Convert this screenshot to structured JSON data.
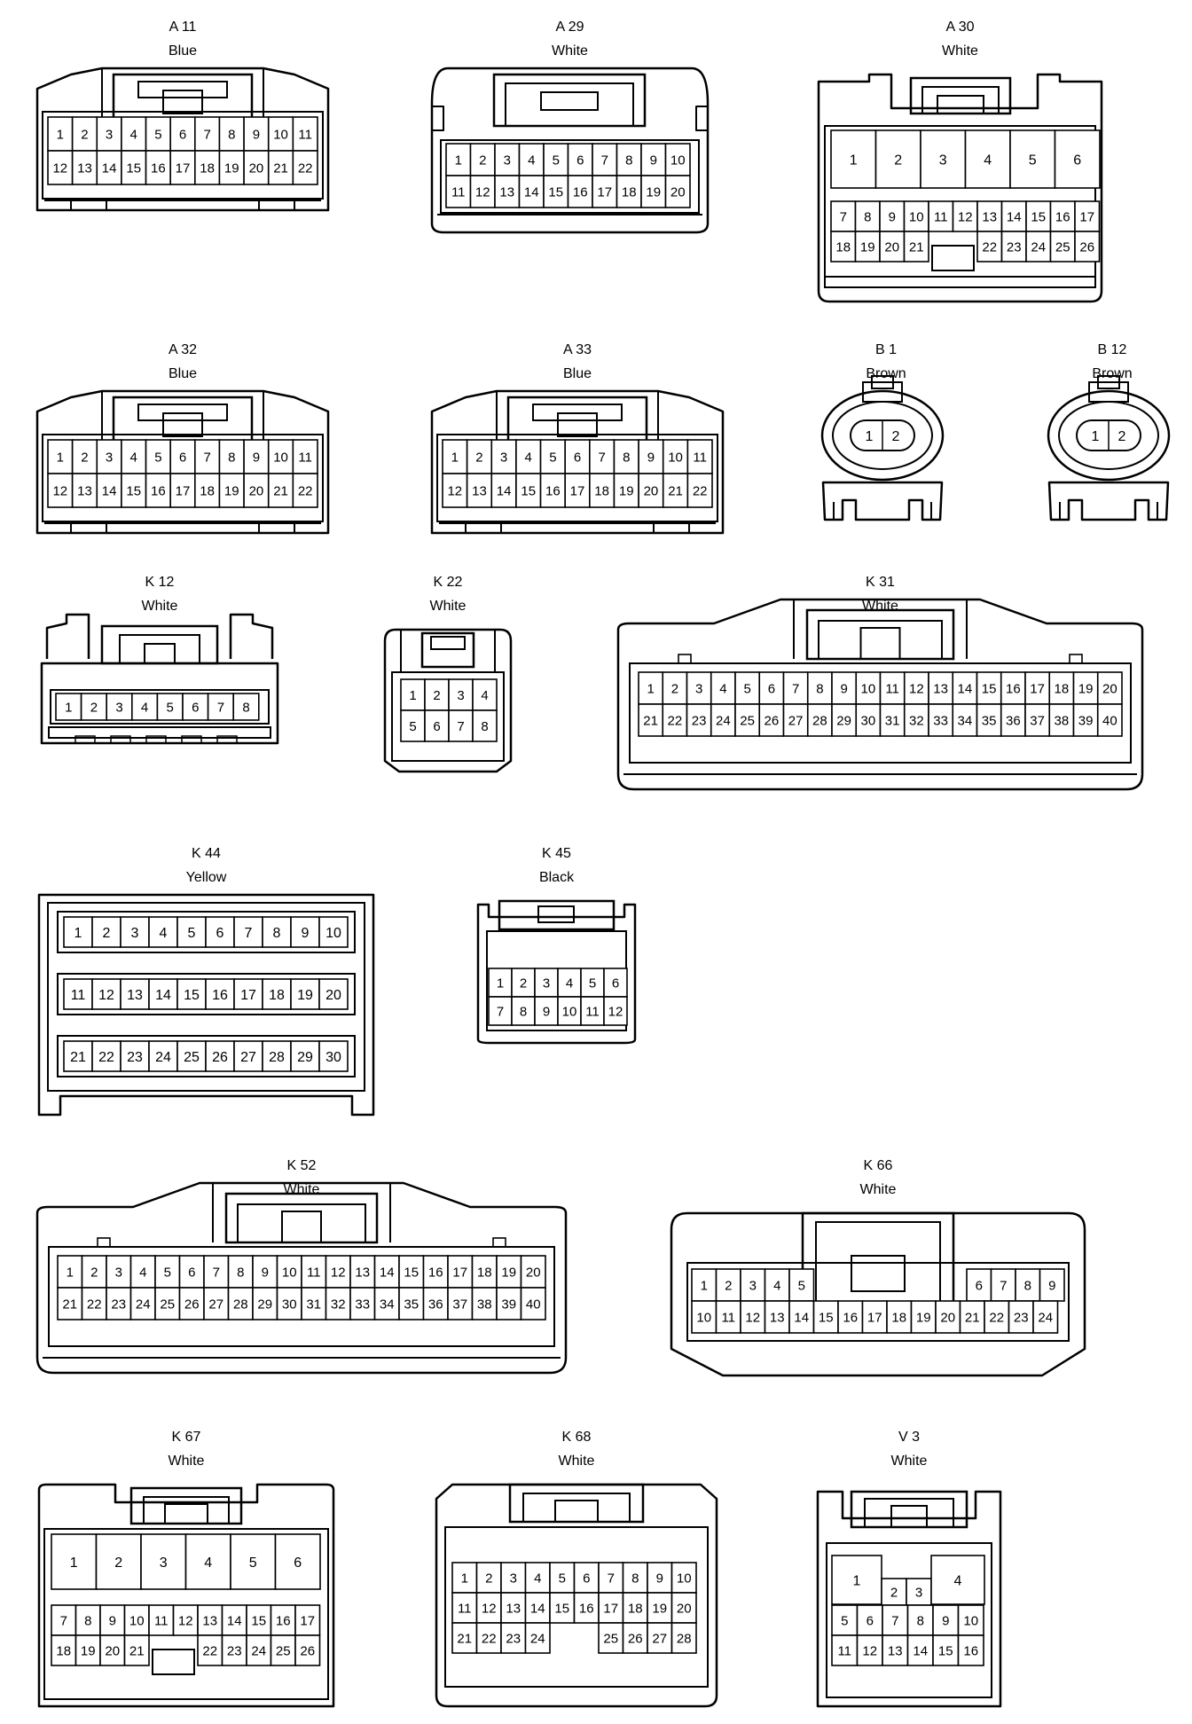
{
  "connectors": [
    {
      "id": "A 11",
      "color": "Blue",
      "rows": [
        [
          "1",
          "2",
          "3",
          "4",
          "5",
          "6",
          "7",
          "8",
          "9",
          "10",
          "11"
        ],
        [
          "12",
          "13",
          "14",
          "15",
          "16",
          "17",
          "18",
          "19",
          "20",
          "21",
          "22"
        ]
      ]
    },
    {
      "id": "A 29",
      "color": "White",
      "rows": [
        [
          "1",
          "2",
          "3",
          "4",
          "5",
          "6",
          "7",
          "8",
          "9",
          "10"
        ],
        [
          "11",
          "12",
          "13",
          "14",
          "15",
          "16",
          "17",
          "18",
          "19",
          "20"
        ]
      ]
    },
    {
      "id": "A 30",
      "color": "White",
      "rows": [
        [
          "1",
          "2",
          "3",
          "4",
          "5",
          "6"
        ],
        [
          "7",
          "8",
          "9",
          "10",
          "11",
          "12",
          "13",
          "14",
          "15",
          "16",
          "17"
        ],
        [
          "18",
          "19",
          "20",
          "21",
          "22",
          "23",
          "24",
          "25",
          "26"
        ]
      ]
    },
    {
      "id": "A 32",
      "color": "Blue",
      "rows": [
        [
          "1",
          "2",
          "3",
          "4",
          "5",
          "6",
          "7",
          "8",
          "9",
          "10",
          "11"
        ],
        [
          "12",
          "13",
          "14",
          "15",
          "16",
          "17",
          "18",
          "19",
          "20",
          "21",
          "22"
        ]
      ]
    },
    {
      "id": "A 33",
      "color": "Blue",
      "rows": [
        [
          "1",
          "2",
          "3",
          "4",
          "5",
          "6",
          "7",
          "8",
          "9",
          "10",
          "11"
        ],
        [
          "12",
          "13",
          "14",
          "15",
          "16",
          "17",
          "18",
          "19",
          "20",
          "21",
          "22"
        ]
      ]
    },
    {
      "id": "B 1",
      "color": "Brown",
      "rows": [
        [
          "1",
          "2"
        ]
      ]
    },
    {
      "id": "B 12",
      "color": "Brown",
      "rows": [
        [
          "1",
          "2"
        ]
      ]
    },
    {
      "id": "K 12",
      "color": "White",
      "rows": [
        [
          "1",
          "2",
          "3",
          "4",
          "5",
          "6",
          "7",
          "8"
        ]
      ]
    },
    {
      "id": "K 22",
      "color": "White",
      "rows": [
        [
          "1",
          "2",
          "3",
          "4"
        ],
        [
          "5",
          "6",
          "7",
          "8"
        ]
      ]
    },
    {
      "id": "K 31",
      "color": "White",
      "rows": [
        [
          "1",
          "2",
          "3",
          "4",
          "5",
          "6",
          "7",
          "8",
          "9",
          "10",
          "11",
          "12",
          "13",
          "14",
          "15",
          "16",
          "17",
          "18",
          "19",
          "20"
        ],
        [
          "21",
          "22",
          "23",
          "24",
          "25",
          "26",
          "27",
          "28",
          "29",
          "30",
          "31",
          "32",
          "33",
          "34",
          "35",
          "36",
          "37",
          "38",
          "39",
          "40"
        ]
      ]
    },
    {
      "id": "K 44",
      "color": "Yellow",
      "rows": [
        [
          "1",
          "2",
          "3",
          "4",
          "5",
          "6",
          "7",
          "8",
          "9",
          "10"
        ],
        [
          "11",
          "12",
          "13",
          "14",
          "15",
          "16",
          "17",
          "18",
          "19",
          "20"
        ],
        [
          "21",
          "22",
          "23",
          "24",
          "25",
          "26",
          "27",
          "28",
          "29",
          "30"
        ]
      ]
    },
    {
      "id": "K 45",
      "color": "Black",
      "rows": [
        [
          "1",
          "2",
          "3",
          "4",
          "5",
          "6"
        ],
        [
          "7",
          "8",
          "9",
          "10",
          "11",
          "12"
        ]
      ]
    },
    {
      "id": "K 52",
      "color": "White",
      "rows": [
        [
          "1",
          "2",
          "3",
          "4",
          "5",
          "6",
          "7",
          "8",
          "9",
          "10",
          "11",
          "12",
          "13",
          "14",
          "15",
          "16",
          "17",
          "18",
          "19",
          "20"
        ],
        [
          "21",
          "22",
          "23",
          "24",
          "25",
          "26",
          "27",
          "28",
          "29",
          "30",
          "31",
          "32",
          "33",
          "34",
          "35",
          "36",
          "37",
          "38",
          "39",
          "40"
        ]
      ]
    },
    {
      "id": "K 66",
      "color": "White",
      "rows": [
        [
          "1",
          "2",
          "3",
          "4",
          "5",
          "6",
          "7",
          "8",
          "9"
        ],
        [
          "10",
          "11",
          "12",
          "13",
          "14",
          "15",
          "16",
          "17",
          "18",
          "19",
          "20",
          "21",
          "22",
          "23",
          "24"
        ]
      ]
    },
    {
      "id": "K 67",
      "color": "White",
      "rows": [
        [
          "1",
          "2",
          "3",
          "4",
          "5",
          "6"
        ],
        [
          "7",
          "8",
          "9",
          "10",
          "11",
          "12",
          "13",
          "14",
          "15",
          "16",
          "17"
        ],
        [
          "18",
          "19",
          "20",
          "21",
          "22",
          "23",
          "24",
          "25",
          "26"
        ]
      ]
    },
    {
      "id": "K 68",
      "color": "White",
      "rows": [
        [
          "1",
          "2",
          "3",
          "4",
          "5",
          "6",
          "7",
          "8",
          "9",
          "10"
        ],
        [
          "11",
          "12",
          "13",
          "14",
          "15",
          "16",
          "17",
          "18",
          "19",
          "20"
        ],
        [
          "21",
          "22",
          "23",
          "24",
          "25",
          "26",
          "27",
          "28"
        ]
      ]
    },
    {
      "id": "V 3",
      "color": "White",
      "rows": [
        [
          "1",
          "2",
          "3",
          "4"
        ],
        [
          "5",
          "6",
          "7",
          "8",
          "9",
          "10"
        ],
        [
          "11",
          "12",
          "13",
          "14",
          "15",
          "16"
        ]
      ]
    }
  ]
}
